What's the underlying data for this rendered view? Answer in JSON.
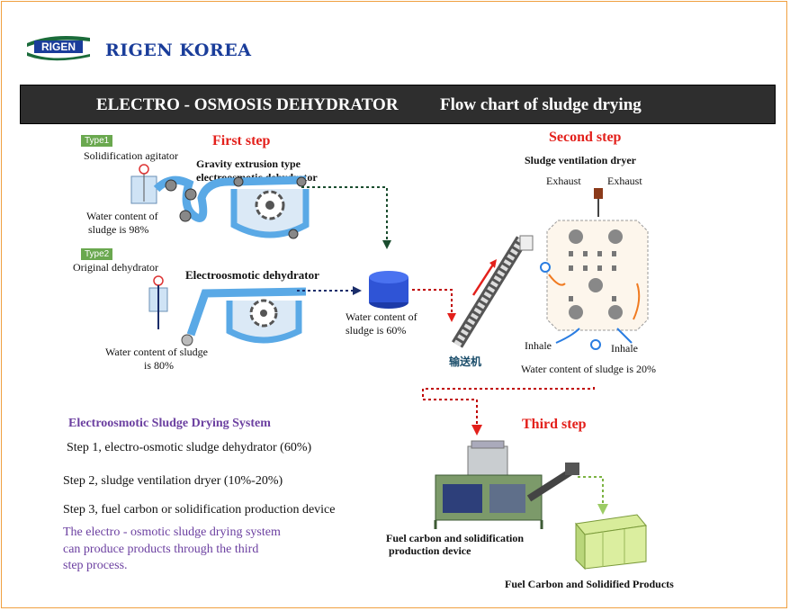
{
  "header": {
    "logo_text": "RIGEN",
    "brand": "RIGEN KOREA"
  },
  "title_bar": {
    "part1": "ELECTRO - OSMOSIS DEHYDRATOR",
    "part2": "Flow chart of sludge drying"
  },
  "first_step": {
    "heading": "First step",
    "type1": {
      "tag": "Type1",
      "agitator": "Solidification agitator",
      "machine": [
        "Gravity extrusion type",
        "electroosmotic dehydrator"
      ],
      "water_content": [
        "Water content of",
        "sludge is 98%"
      ]
    },
    "type2": {
      "tag": "Type2",
      "name": "Original dehydrator",
      "machine": "Electroosmotic dehydrator",
      "water_content": [
        "Water content of sludge",
        "is 80%"
      ]
    },
    "tank_water_content": [
      "Water content of",
      "sludge is 60%"
    ],
    "conveyor": "输送机"
  },
  "second_step": {
    "heading": "Second step",
    "dryer": "Sludge ventilation dryer",
    "exhaust": [
      "Exhaust",
      "Exhaust"
    ],
    "inhale": [
      "Inhale",
      "Inhale"
    ],
    "water_content": "Water content of sludge is 20%"
  },
  "system": {
    "heading": "Electroosmotic Sludge Drying System",
    "steps": [
      "Step 1, electro-osmotic sludge dehydrator (60%)",
      "Step 2, sludge ventilation dryer (10%-20%)",
      "Step 3, fuel carbon or solidification production device"
    ],
    "note": [
      "The electro - osmotic sludge drying system",
      "can produce   products through the third",
      "step process."
    ]
  },
  "third_step": {
    "heading": "Third step",
    "device": [
      "Fuel carbon and solidification",
      "production device"
    ],
    "products": "Fuel Carbon and Solidified Products"
  },
  "colors": {
    "brand": "#1a3d9a",
    "title_bar": "#2e2e2e",
    "step_heading": "#e3201b",
    "flow_arrow": "#c00000",
    "system_text": "#6b3fa0",
    "green_arrow": "#7cb342"
  }
}
